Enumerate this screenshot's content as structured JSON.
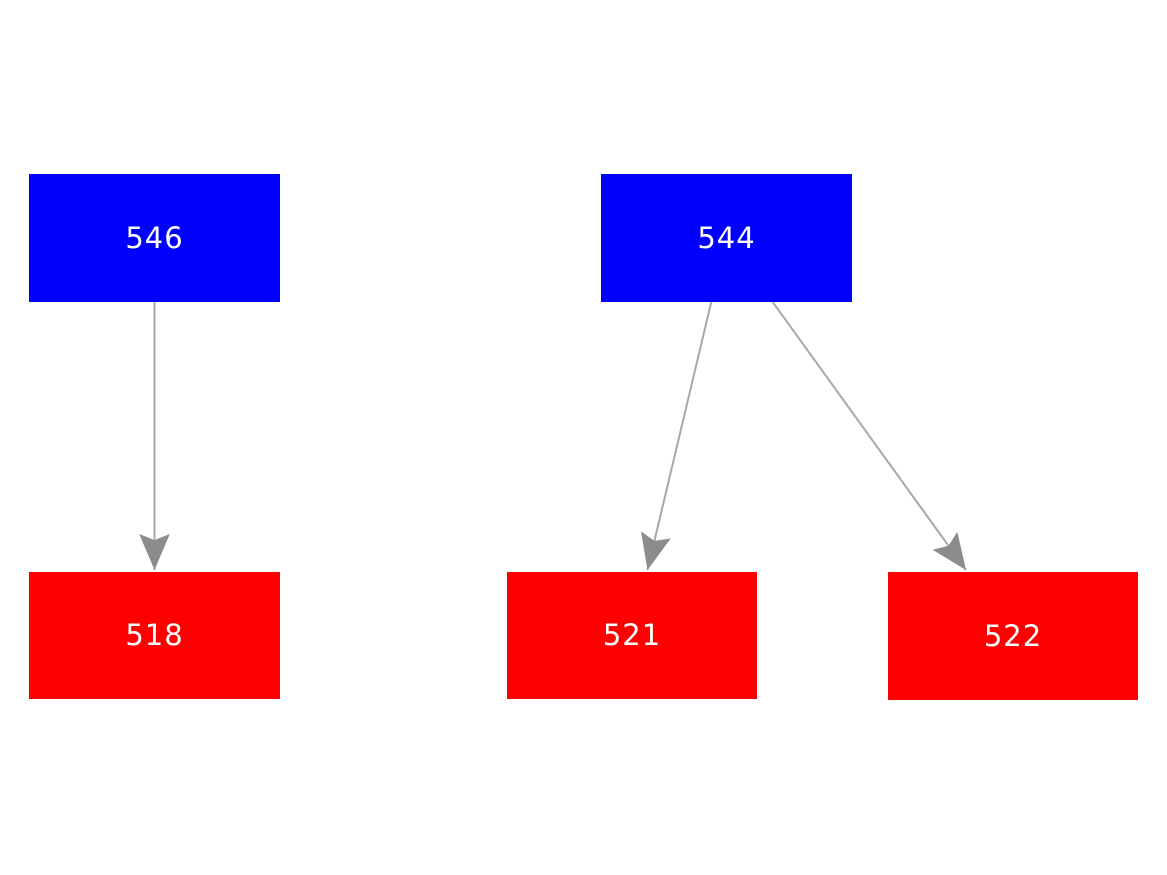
{
  "diagram": {
    "type": "tree-graph",
    "background": "#ffffff",
    "colors": {
      "parent_fill": "#0000ff",
      "child_fill": "#ff0000",
      "label_text": "#ffffff",
      "edge_line": "#a8a8a8",
      "arrowhead": "#8c8c8c"
    },
    "nodes": [
      {
        "id": "546",
        "label": "546",
        "role": "parent",
        "fill": "#0000ff"
      },
      {
        "id": "544",
        "label": "544",
        "role": "parent",
        "fill": "#0000ff"
      },
      {
        "id": "518",
        "label": "518",
        "role": "child",
        "fill": "#ff0000"
      },
      {
        "id": "521",
        "label": "521",
        "role": "child",
        "fill": "#ff0000"
      },
      {
        "id": "522",
        "label": "522",
        "role": "child",
        "fill": "#ff0000"
      }
    ],
    "edges": [
      {
        "from": "546",
        "to": "518"
      },
      {
        "from": "544",
        "to": "521"
      },
      {
        "from": "544",
        "to": "522"
      }
    ]
  }
}
